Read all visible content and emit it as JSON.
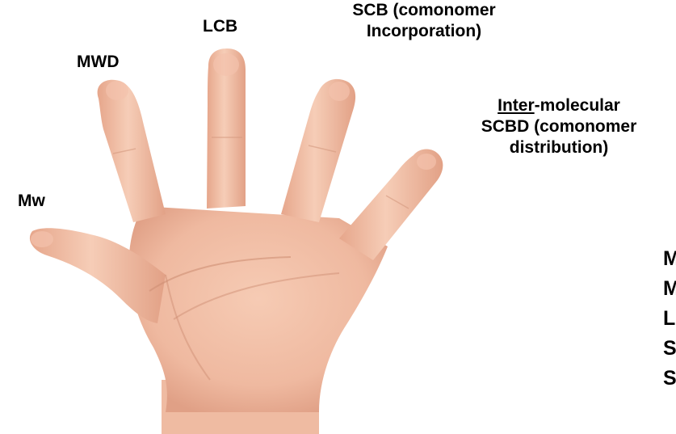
{
  "hand_image": {
    "icon": "open-palm-hand",
    "skin_color": "#efb9a0",
    "shade_color": "#d99a80"
  },
  "labels": {
    "thumb": "Mw",
    "index": "MWD",
    "middle": "LCB",
    "ring_line1": "SCB (comonomer",
    "ring_line2": "Incorporation)",
    "pinky_line1_underlined": "Inter",
    "pinky_line1_rest": "-molecular",
    "pinky_line2": "SCBD (comonomer",
    "pinky_line3": "distribution)"
  },
  "legend_clipped": [
    "M",
    "M",
    "L",
    "S",
    "S"
  ]
}
